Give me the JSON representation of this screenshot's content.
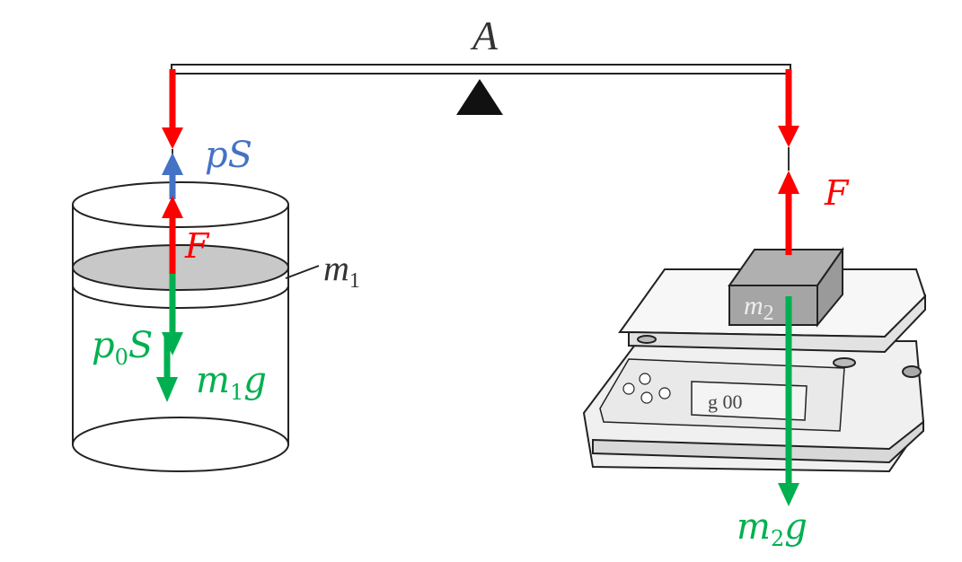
{
  "diagram": {
    "beam_label": "A",
    "piston_mass_label": {
      "base": "m",
      "sub": "1"
    },
    "block_mass_label": {
      "base": "m",
      "sub": "2"
    },
    "scale_display": "g 00",
    "left_forces": {
      "pS": {
        "text": "pS",
        "color": "#4472c4"
      },
      "F": {
        "text": "F",
        "color": "#ff0000"
      },
      "p0S": {
        "base": "p",
        "sub": "0",
        "tail": "S",
        "color": "#00b050"
      },
      "m1g": {
        "base": "m",
        "sub": "1",
        "tail": "g",
        "color": "#00b050"
      }
    },
    "right_forces": {
      "F": {
        "text": "F",
        "color": "#ff0000"
      },
      "m2g": {
        "base": "m",
        "sub": "2",
        "tail": "g",
        "color": "#00b050"
      }
    }
  }
}
